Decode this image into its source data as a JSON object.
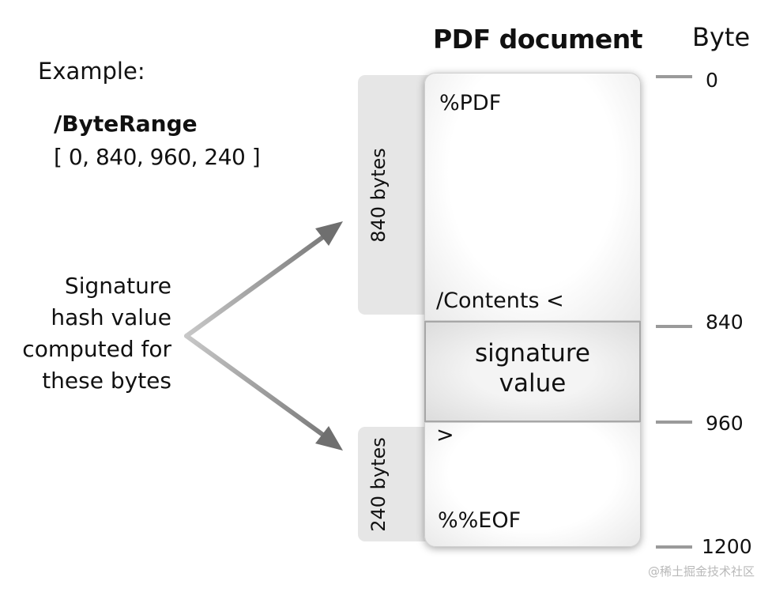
{
  "title": "PDF document",
  "byte_heading": "Byte",
  "example": {
    "label": "Example:",
    "key": "/ByteRange",
    "value": "[ 0, 840, 960, 240 ]"
  },
  "hash_note": {
    "lines": [
      "Signature",
      "hash value",
      "computed for",
      "these bytes"
    ]
  },
  "brackets": {
    "first": "840 bytes",
    "second": "240 bytes"
  },
  "document": {
    "header": "%PDF",
    "contents": "/Contents <",
    "signature_line1": "signature",
    "signature_line2": "value",
    "close": ">",
    "eof": "%%EOF"
  },
  "byte_offsets": [
    "0",
    "840",
    "960",
    "1200"
  ],
  "watermark": "@稀土掘金技术社区",
  "colors": {
    "bracket_fill": "#e6e6e6",
    "arrow": "#808080",
    "tick": "#9a9a9a"
  }
}
